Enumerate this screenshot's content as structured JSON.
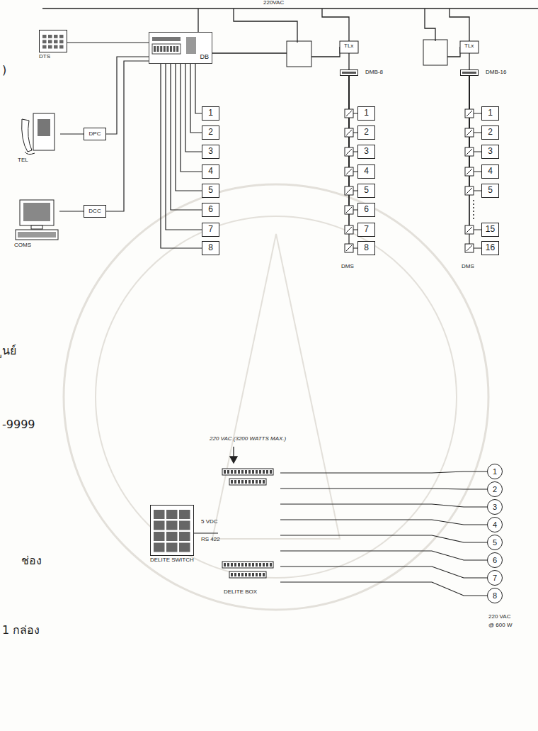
{
  "diagram": {
    "nodes": [
      {
        "text": [
          "DTS"
        ]
      },
      {
        "text": [
          "DB"
        ]
      },
      {
        "text": [
          "TEL"
        ]
      },
      {
        "text": [
          "DPC"
        ]
      },
      {
        "text": [
          "COMS"
        ]
      },
      {
        "text": [
          "DCC"
        ]
      },
      {
        "text": [
          "1"
        ]
      },
      {
        "text": [
          "2"
        ]
      },
      {
        "text": [
          "3"
        ]
      },
      {
        "text": [
          "4"
        ]
      },
      {
        "text": [
          "5"
        ]
      },
      {
        "text": [
          "6"
        ]
      },
      {
        "text": [
          "7"
        ]
      },
      {
        "text": [
          "8"
        ]
      },
      {
        "text": [
          "DMB-8"
        ]
      },
      {
        "text": [
          "1"
        ]
      },
      {
        "text": [
          "2"
        ]
      },
      {
        "text": [
          "3"
        ]
      },
      {
        "text": [
          "4"
        ]
      },
      {
        "text": [
          "5"
        ]
      },
      {
        "text": [
          "6"
        ]
      },
      {
        "text": [
          "7"
        ]
      },
      {
        "text": [
          "8"
        ]
      },
      {
        "text": [
          "DMB-16"
        ]
      },
      {
        "text": [
          "1"
        ]
      },
      {
        "text": [
          "2"
        ]
      },
      {
        "text": [
          "3"
        ]
      },
      {
        "text": [
          "4"
        ]
      },
      {
        "text": [
          "5"
        ]
      },
      {
        "text": [
          "15"
        ]
      },
      {
        "text": [
          "16"
        ]
      },
      {
        "text": [
          "DELITE SWITCH"
        ]
      },
      {
        "text": [
          "DELITE BOX"
        ]
      },
      {
        "text": [
          "1"
        ]
      },
      {
        "text": [
          "2"
        ]
      },
      {
        "text": [
          "3"
        ]
      },
      {
        "text": [
          "4"
        ]
      },
      {
        "text": [
          "5"
        ]
      },
      {
        "text": [
          "6"
        ]
      },
      {
        "text": [
          "7"
        ]
      },
      {
        "text": [
          "8"
        ]
      }
    ],
    "edges": [
      {
        "from": 0,
        "to": 1,
        "arrow": "none"
      },
      {
        "from": 2,
        "to": 3,
        "arrow": "none"
      },
      {
        "from": 3,
        "to": 1,
        "arrow": "none"
      },
      {
        "from": 4,
        "to": 5,
        "arrow": "none"
      },
      {
        "from": 5,
        "to": 1,
        "arrow": "none"
      },
      {
        "from": 1,
        "to": 6,
        "arrow": "none"
      },
      {
        "from": 1,
        "to": 7,
        "arrow": "none"
      },
      {
        "from": 1,
        "to": 8,
        "arrow": "none"
      },
      {
        "from": 1,
        "to": 9,
        "arrow": "none"
      },
      {
        "from": 1,
        "to": 10,
        "arrow": "none"
      },
      {
        "from": 1,
        "to": 11,
        "arrow": "none"
      },
      {
        "from": 1,
        "to": 12,
        "arrow": "none"
      },
      {
        "from": 1,
        "to": 13,
        "arrow": "none"
      },
      {
        "from": 14,
        "to": 15,
        "arrow": "none"
      },
      {
        "from": 14,
        "to": 16,
        "arrow": "none"
      },
      {
        "from": 14,
        "to": 17,
        "arrow": "none"
      },
      {
        "from": 14,
        "to": 18,
        "arrow": "none"
      },
      {
        "from": 14,
        "to": 19,
        "arrow": "none"
      },
      {
        "from": 14,
        "to": 20,
        "arrow": "none"
      },
      {
        "from": 14,
        "to": 21,
        "arrow": "none"
      },
      {
        "from": 14,
        "to": 22,
        "arrow": "none"
      },
      {
        "from": 23,
        "to": 24,
        "arrow": "none"
      },
      {
        "from": 23,
        "to": 25,
        "arrow": "none"
      },
      {
        "from": 23,
        "to": 26,
        "arrow": "none"
      },
      {
        "from": 23,
        "to": 27,
        "arrow": "none"
      },
      {
        "from": 23,
        "to": 28,
        "arrow": "none"
      },
      {
        "from": 23,
        "to": 29,
        "arrow": "none"
      },
      {
        "from": 23,
        "to": 30,
        "arrow": "none"
      },
      {
        "from": 31,
        "to": 32,
        "arrow": "none"
      },
      {
        "from": 32,
        "to": 33,
        "arrow": "none"
      },
      {
        "from": 32,
        "to": 34,
        "arrow": "none"
      },
      {
        "from": 32,
        "to": 35,
        "arrow": "none"
      },
      {
        "from": 32,
        "to": 36,
        "arrow": "none"
      },
      {
        "from": 32,
        "to": 37,
        "arrow": "none"
      },
      {
        "from": 32,
        "to": 38,
        "arrow": "none"
      },
      {
        "from": 32,
        "to": 39,
        "arrow": "none"
      },
      {
        "from": 32,
        "to": 40,
        "arrow": "none"
      }
    ],
    "labels": [
      "220VAC",
      "TLx",
      "TLx",
      "DMS",
      "DMS",
      "220 VAC (3200 WATTS MAX.)",
      "5 VDC",
      "RS 422",
      "220 VAC",
      "@ 600 W",
      ")",
      "ูนย์",
      "-9999",
      "ช่อง",
      "1 กล่อง"
    ]
  }
}
